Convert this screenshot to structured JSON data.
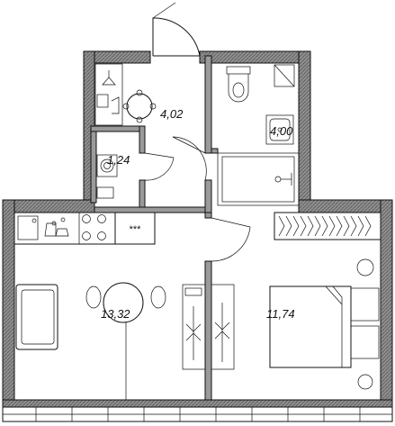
{
  "plan": {
    "rooms": [
      {
        "id": "hallway",
        "area": "4,02"
      },
      {
        "id": "storage",
        "area": "1,24"
      },
      {
        "id": "bathroom",
        "area": "4,00"
      },
      {
        "id": "kitchen-living",
        "area": "13,32"
      },
      {
        "id": "bedroom",
        "area": "11,74"
      }
    ],
    "hob_symbol": "***",
    "colors": {
      "wall_fill": "#9a9a9a",
      "line": "#111111",
      "background": "#ffffff"
    }
  }
}
